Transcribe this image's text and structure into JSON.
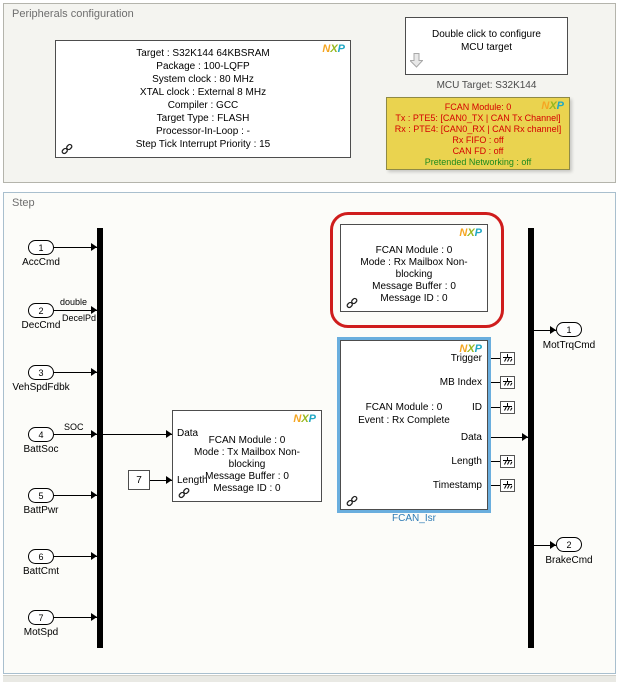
{
  "areas": {
    "peripherals": {
      "title": "Peripherals configuration"
    },
    "step": {
      "title": "Step"
    }
  },
  "nxp_logo": {
    "n": "N",
    "x": "X",
    "p": "P"
  },
  "config_block": {
    "lines": [
      "Target : S32K144 64KBSRAM",
      "Package : 100-LQFP",
      "System clock : 80 MHz",
      "XTAL clock : External 8 MHz",
      "Compiler : GCC",
      "Target Type : FLASH",
      "Processor-In-Loop : -",
      "Step Tick Interrupt Priority : 15"
    ]
  },
  "mcu_block": {
    "text": "Double click to configure MCU target",
    "label": "MCU Target: S32K144"
  },
  "fcan_pins_block": {
    "lines": [
      "FCAN Module: 0",
      "Tx : PTE5: [CAN0_TX | CAN Tx Channel]",
      "Rx : PTE4: [CAN0_RX | CAN Rx channel]",
      "Rx FIFO : off",
      "CAN FD : off",
      "Pretended Networking : off"
    ]
  },
  "rx_mailbox_block": {
    "lines": [
      "FCAN Module : 0",
      "Mode : Rx Mailbox Non-blocking",
      "Message Buffer : 0",
      "Message ID : 0"
    ]
  },
  "tx_mailbox_block": {
    "lines": [
      "FCAN Module : 0",
      "Mode : Tx Mailbox Non-blocking",
      "Message Buffer : 0",
      "Message ID : 0"
    ],
    "ports": {
      "data": "Data",
      "length": "Length"
    }
  },
  "isr_block": {
    "lines": [
      "FCAN Module : 0",
      "Event : Rx Complete"
    ],
    "outputs": [
      "Trigger",
      "MB Index",
      "ID",
      "Data",
      "Length",
      "Timestamp"
    ],
    "label": "FCAN_Isr"
  },
  "constant": {
    "value": "7"
  },
  "inports": [
    {
      "num": "1",
      "label": "AccCmd"
    },
    {
      "num": "2",
      "label": "DecCmd"
    },
    {
      "num": "3",
      "label": "VehSpdFdbk"
    },
    {
      "num": "4",
      "label": "BattSoc"
    },
    {
      "num": "5",
      "label": "BattPwr"
    },
    {
      "num": "6",
      "label": "BattCmt"
    },
    {
      "num": "7",
      "label": "MotSpd"
    }
  ],
  "outports": [
    {
      "num": "1",
      "label": "MotTrqCmd"
    },
    {
      "num": "2",
      "label": "BrakeCmd"
    }
  ],
  "signal_labels": {
    "line2_top": "double",
    "line2_bottom": "DecelPd",
    "line4": "SOC"
  },
  "colors": {
    "yellow_block_bg": "#ead34f",
    "alert_text": "#d40000",
    "ok_text": "#1d8a1d",
    "selection_blue": "#6aaede",
    "annotation_red": "#cf1d1d",
    "nxp_orange": "#f5a623",
    "nxp_green": "#97b81f",
    "nxp_teal": "#1fa7c4"
  }
}
